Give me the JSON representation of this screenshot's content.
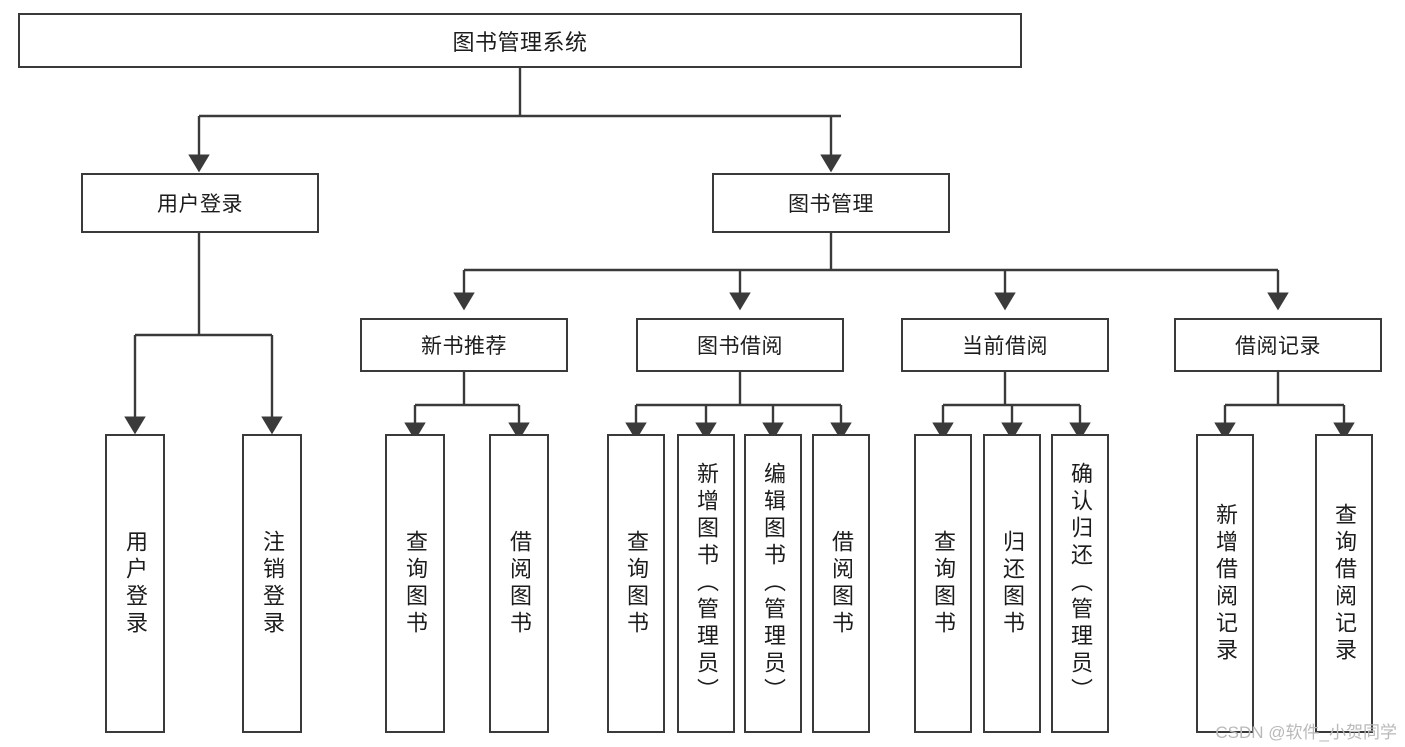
{
  "diagram": {
    "title": "图书管理系统",
    "watermark": "CSDN @软件_小贺同学",
    "colors": {
      "background": "#ffffff",
      "border": "#3a3a3a",
      "line": "#3a3a3a",
      "text": "#1c1c1c",
      "watermark": "#b9b9b9"
    },
    "root": {
      "label": "图书管理系统"
    },
    "level2": [
      {
        "label": "用户登录"
      },
      {
        "label": "图书管理"
      }
    ],
    "level3": [
      {
        "label": "新书推荐"
      },
      {
        "label": "图书借阅"
      },
      {
        "label": "当前借阅"
      },
      {
        "label": "借阅记录"
      }
    ],
    "leaves": {
      "user_login": [
        {
          "label": "用户登录"
        },
        {
          "label": "注销登录"
        }
      ],
      "new_book": [
        {
          "label": "查询图书"
        },
        {
          "label": "借阅图书"
        }
      ],
      "book_borrow": [
        {
          "label": "查询图书"
        },
        {
          "label": "新增图书（管理员）"
        },
        {
          "label": "编辑图书（管理员）"
        },
        {
          "label": "借阅图书"
        }
      ],
      "current_borrow": [
        {
          "label": "查询图书"
        },
        {
          "label": "归还图书"
        },
        {
          "label": "确认归还（管理员）"
        }
      ],
      "borrow_record": [
        {
          "label": "新增借阅记录"
        },
        {
          "label": "查询借阅记录"
        }
      ]
    }
  }
}
